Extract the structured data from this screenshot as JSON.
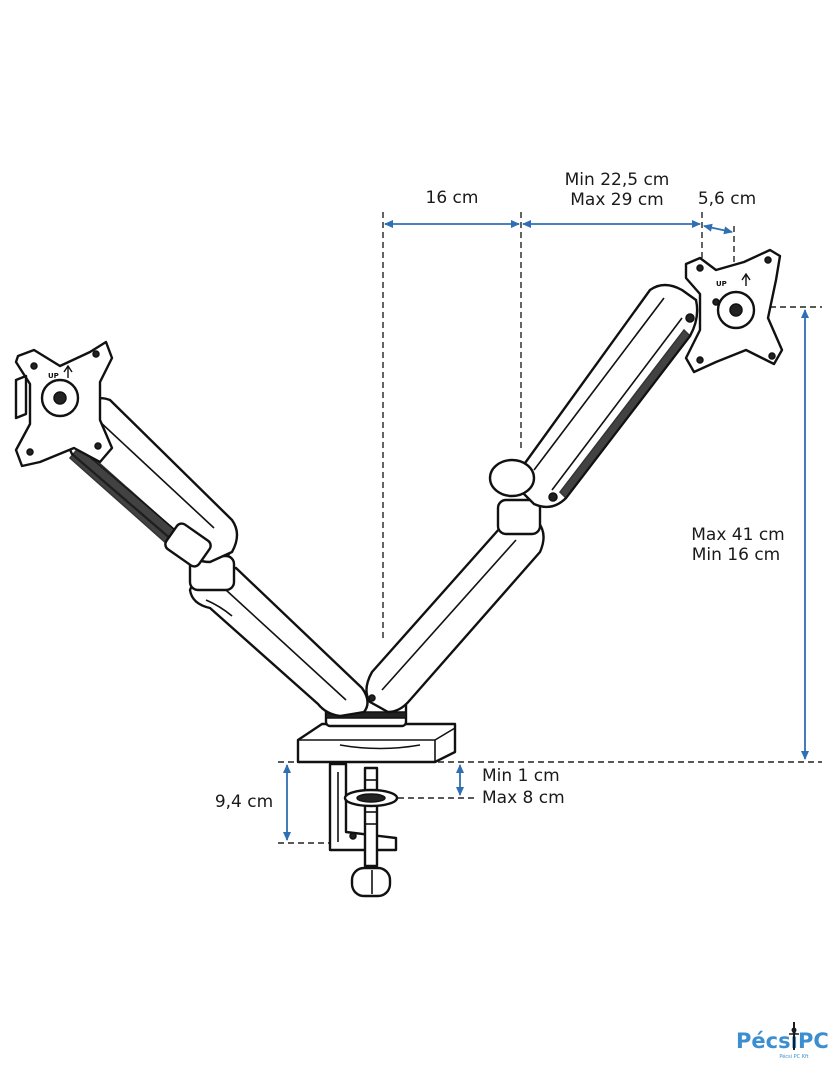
{
  "dimensions": {
    "arm_offset": "16 cm",
    "reach_min": "Min 22,5 cm",
    "reach_max": "Max 29 cm",
    "vesa_offset": "5,6 cm",
    "height_max": "Max 41 cm",
    "height_min": "Min 16 cm",
    "clamp_height": "9,4 cm",
    "desk_min": "Min 1 cm",
    "desk_max": "Max 8 cm"
  },
  "vesa_plate": {
    "up_label": "UP"
  },
  "brand": {
    "name_left": "Pécsi",
    "name_right": "PC",
    "tagline": "Pécsi PC Kft",
    "primary_color": "#3b8fd0",
    "accent_color": "#1a1a1a"
  },
  "colors": {
    "dimension_arrow": "#2f6fb3",
    "line_art": "#111111"
  }
}
